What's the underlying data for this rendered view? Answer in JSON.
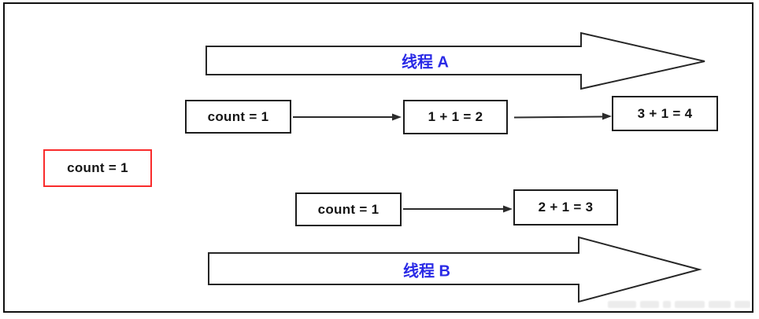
{
  "diagram": {
    "description_colors": {
      "thread_label": "#2a2ae6",
      "highlight_border": "#f92c2c",
      "box_border": "#1c1c1c",
      "line": "#262626",
      "background": "#ffffff"
    },
    "thread_a": {
      "label": "线程 A",
      "boxes": [
        {
          "label": "count = 1"
        },
        {
          "label": "1 + 1 = 2"
        },
        {
          "label": "3 + 1 = 4"
        }
      ]
    },
    "shared_variable": {
      "label": "count = 1"
    },
    "thread_b": {
      "label": "线程 B",
      "boxes": [
        {
          "label": "count = 1"
        },
        {
          "label": "2 + 1 = 3"
        }
      ]
    }
  }
}
